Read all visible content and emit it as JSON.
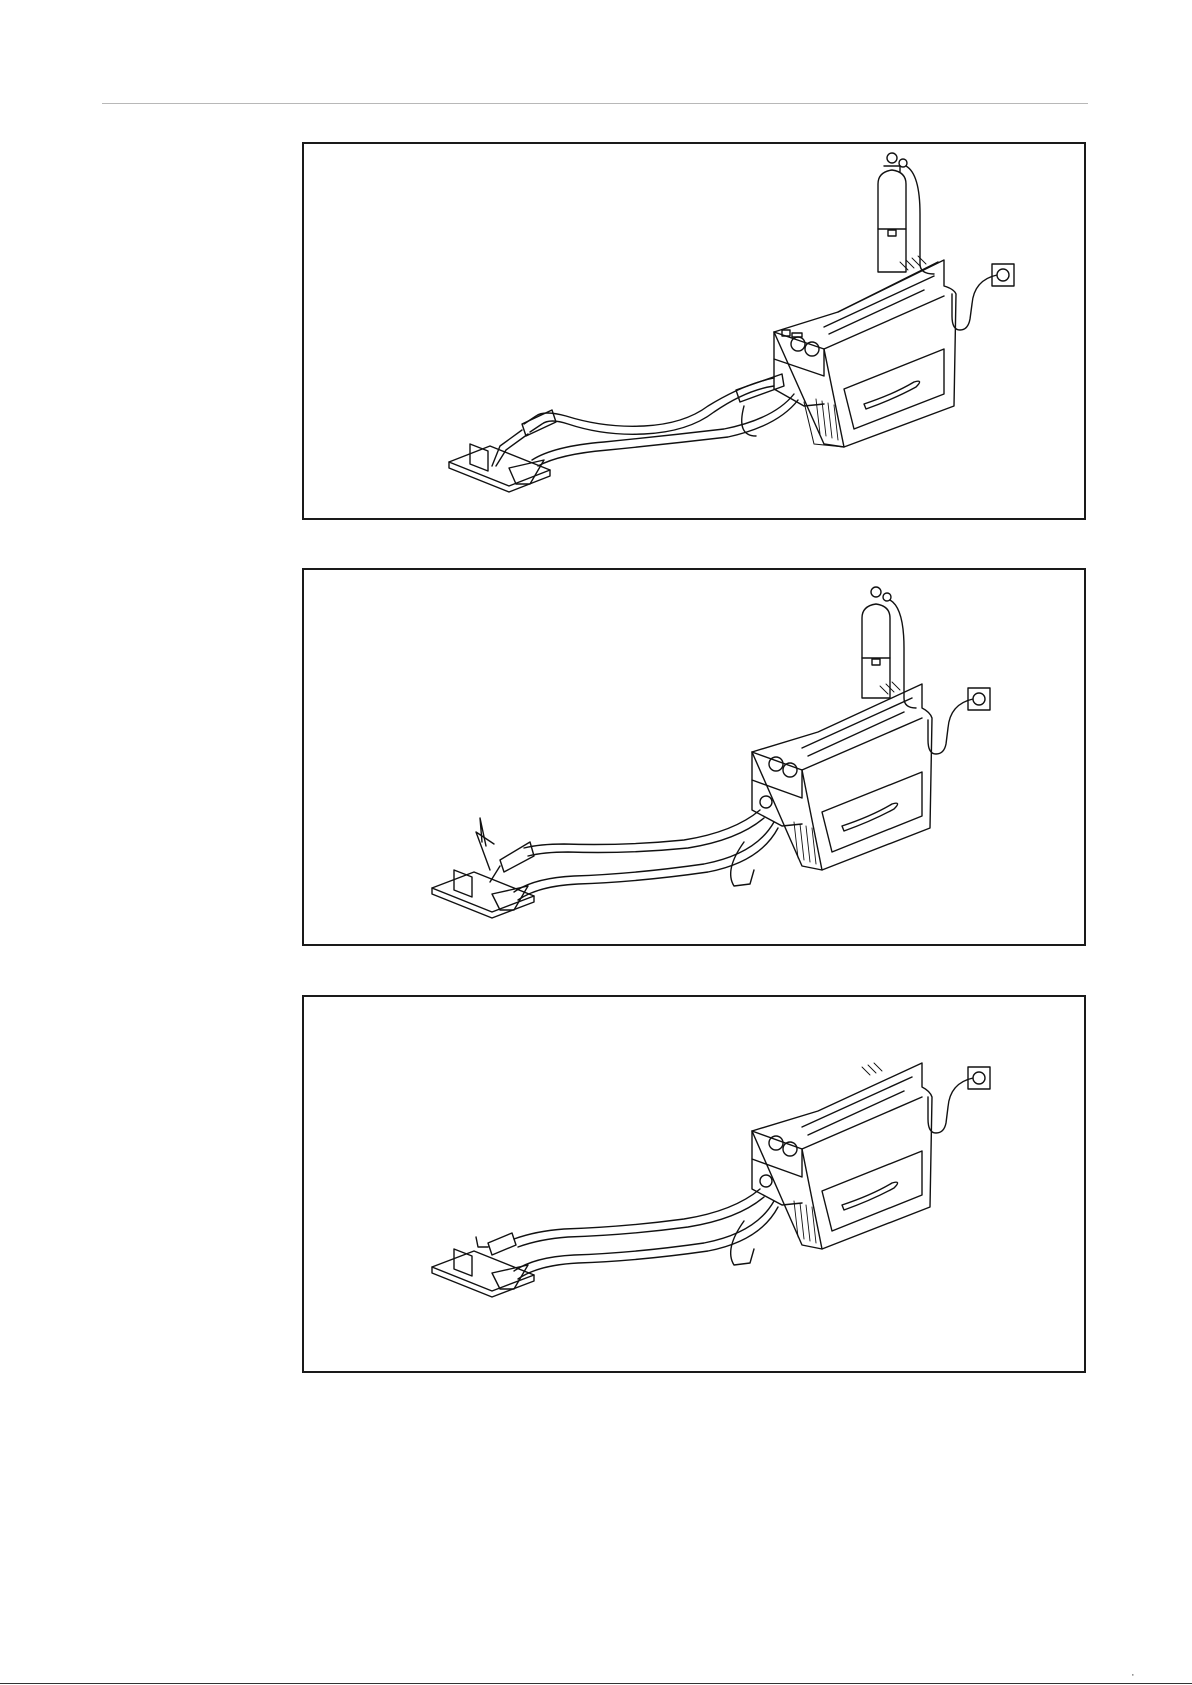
{
  "page": {
    "footer_mark": "·"
  },
  "figures": [
    {
      "id": "fig1",
      "illustration": "mig-mag-setup",
      "has_gas_cylinder": true,
      "torch": "mig-torch"
    },
    {
      "id": "fig2",
      "illustration": "tig-setup",
      "has_gas_cylinder": true,
      "torch": "tig-torch"
    },
    {
      "id": "fig3",
      "illustration": "electrode-setup",
      "has_gas_cylinder": false,
      "torch": "electrode-holder"
    }
  ]
}
